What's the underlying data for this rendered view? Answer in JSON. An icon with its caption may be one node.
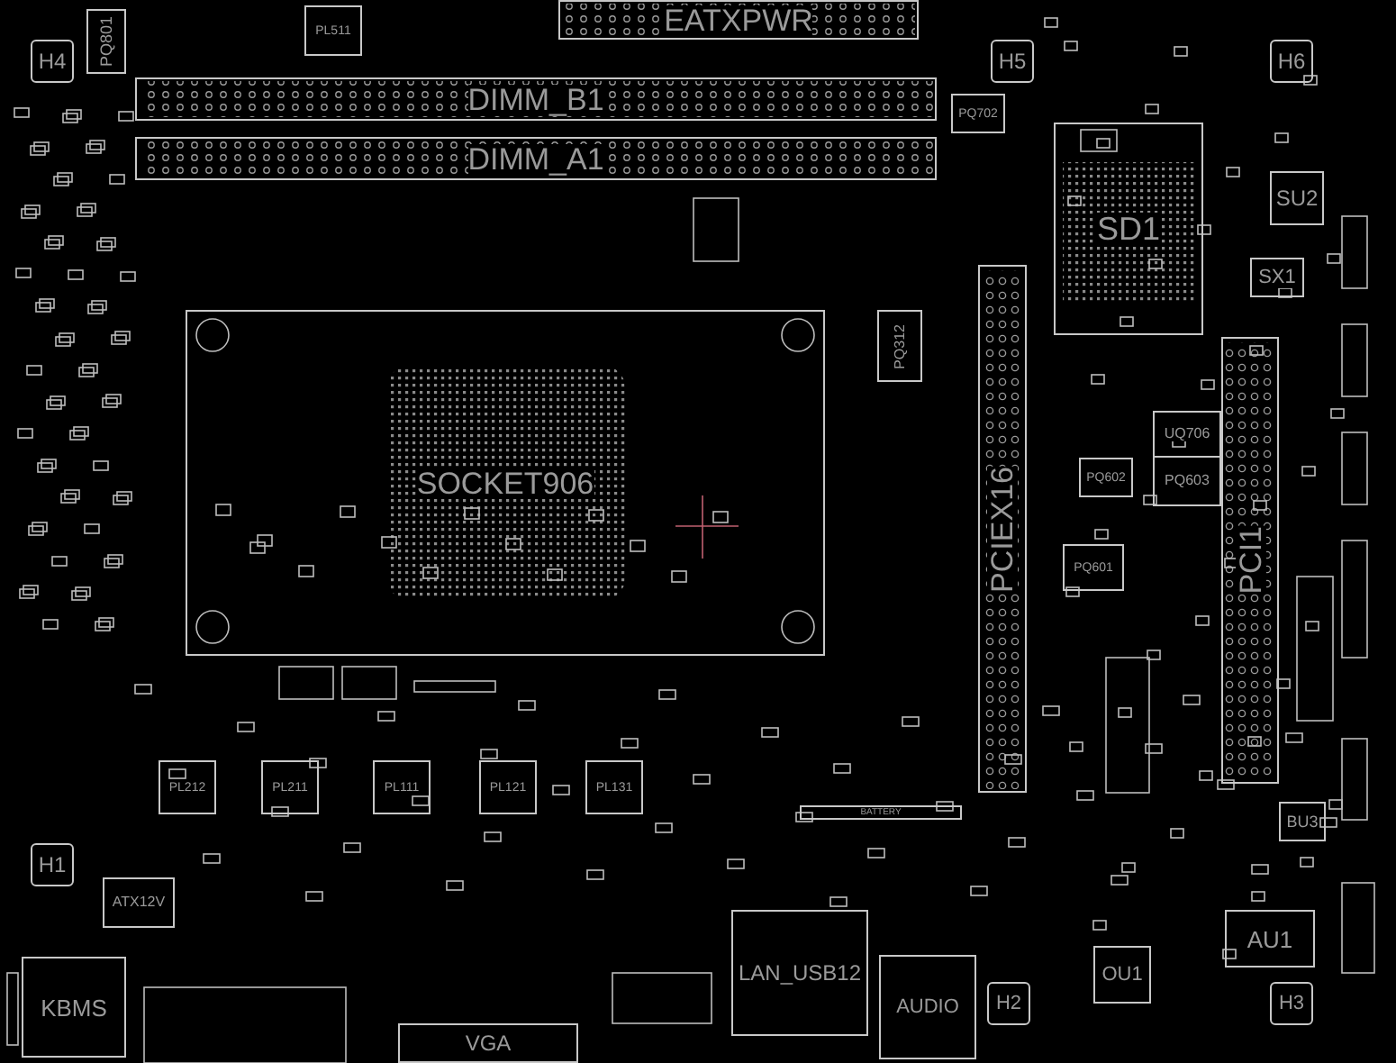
{
  "diagram": {
    "nodes": [
      {
        "text": [
          "H4"
        ]
      },
      {
        "text": [
          "PQ801"
        ]
      },
      {
        "text": [
          "PL511"
        ]
      },
      {
        "text": [
          "EATXPWR"
        ]
      },
      {
        "text": [
          "DIMM_B1"
        ]
      },
      {
        "text": [
          "DIMM_A1"
        ]
      },
      {
        "text": [
          "H5"
        ]
      },
      {
        "text": [
          "PQ702"
        ]
      },
      {
        "text": [
          "SD1"
        ]
      },
      {
        "text": [
          "H6"
        ]
      },
      {
        "text": [
          "SU2"
        ]
      },
      {
        "text": [
          "SX1"
        ]
      },
      {
        "text": [
          "PQ312"
        ]
      },
      {
        "text": [
          "SOCKET906"
        ]
      },
      {
        "text": [
          "PCIEX16"
        ]
      },
      {
        "text": [
          "UQ706"
        ]
      },
      {
        "text": [
          "PQ603"
        ]
      },
      {
        "text": [
          "PQ602"
        ]
      },
      {
        "text": [
          "PQ601"
        ]
      },
      {
        "text": [
          "PCI1"
        ]
      },
      {
        "text": [
          "PL212"
        ]
      },
      {
        "text": [
          "PL211"
        ]
      },
      {
        "text": [
          "PL111"
        ]
      },
      {
        "text": [
          "PL121"
        ]
      },
      {
        "text": [
          "PL131"
        ]
      },
      {
        "text": [
          "H1"
        ]
      },
      {
        "text": [
          "ATX12V"
        ]
      },
      {
        "text": [
          "KBMS"
        ]
      },
      {
        "text": [
          "BATTERY"
        ]
      },
      {
        "text": [
          "BU3"
        ]
      },
      {
        "text": [
          "LAN_USB12"
        ]
      },
      {
        "text": [
          "AUDIO"
        ]
      },
      {
        "text": [
          "H2"
        ]
      },
      {
        "text": [
          "OU1"
        ]
      },
      {
        "text": [
          "AU1"
        ]
      },
      {
        "text": [
          "H3"
        ]
      },
      {
        "text": [
          "VGA"
        ]
      }
    ]
  }
}
